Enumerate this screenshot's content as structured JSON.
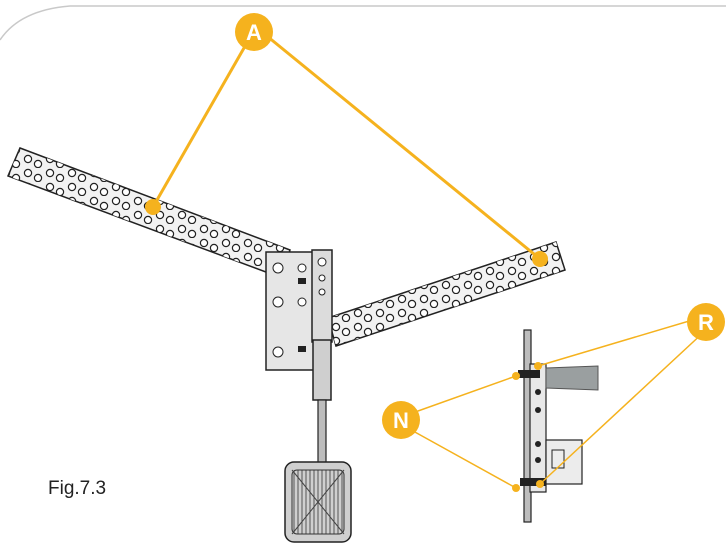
{
  "figure": {
    "caption": "Fig.7.3",
    "accent_color": "#f5b21e",
    "callouts": [
      {
        "letter": "A"
      },
      {
        "letter": "R"
      },
      {
        "letter": "N"
      }
    ]
  }
}
